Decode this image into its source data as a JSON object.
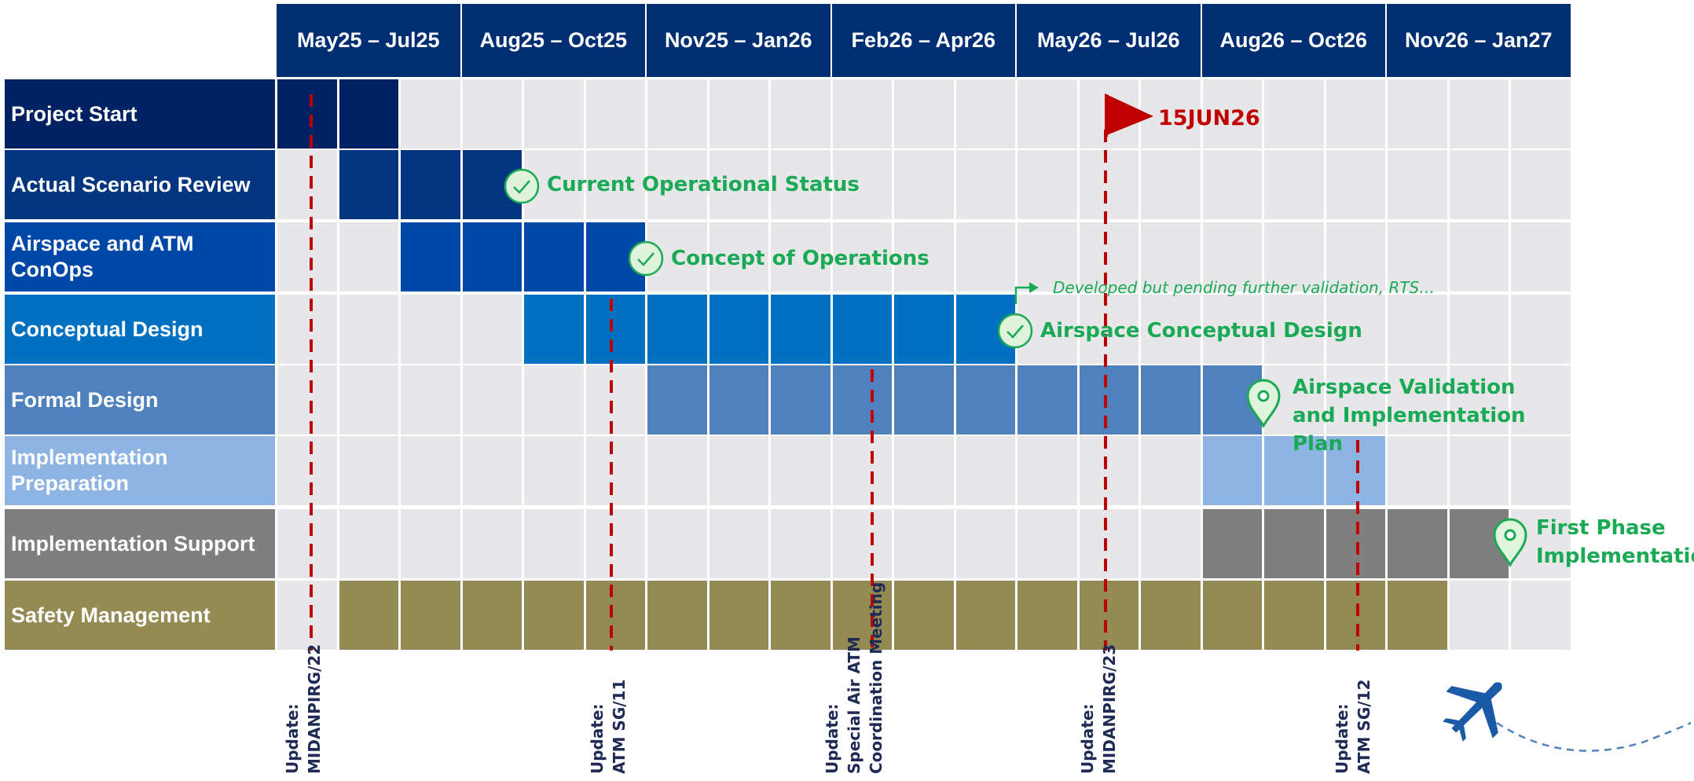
{
  "periods": [
    "May25 – Jul25",
    "Aug25 – Oct25",
    "Nov25 – Jan26",
    "Feb26 – Apr26",
    "May26 – Jul26",
    "Aug26 – Oct26",
    "Nov26 – Jan27"
  ],
  "rows": [
    {
      "label": "Project Start",
      "color": "#012262",
      "start": 0,
      "end": 1
    },
    {
      "label": "Actual Scenario Review",
      "color": "#01357f",
      "start": 1,
      "end": 3
    },
    {
      "label": "Airspace and ATM ConOps",
      "color": "#0047a8",
      "start": 2,
      "end": 5
    },
    {
      "label": "Conceptual Design",
      "color": "#0070c0",
      "start": 4,
      "end": 11
    },
    {
      "label": "Formal Design",
      "color": "#4f81bd",
      "start": 6,
      "end": 15
    },
    {
      "label": "Implementation Preparation",
      "color": "#8eb4e3",
      "start": 15,
      "end": 17
    },
    {
      "label": "Implementation Support",
      "color": "#7f7f7f",
      "start": 15,
      "end": 19
    },
    {
      "label": "Safety Management",
      "color": "#948a54",
      "start": 1,
      "end": 18
    }
  ],
  "milestones": [
    {
      "text": "Current Operational Status",
      "icon": "check-icon"
    },
    {
      "text": "Concept of Operations",
      "icon": "check-icon"
    },
    {
      "text": "Airspace Conceptual Design",
      "icon": "check-icon"
    },
    {
      "text": "Airspace Validation and Implementation Plan",
      "icon": "pin-icon"
    },
    {
      "text": "First Phase Implementation",
      "icon": "pin-icon"
    }
  ],
  "note": "Developed but pending further validation, RTS…",
  "flag": {
    "text": "15JUN26",
    "icon": "flag-icon",
    "color": "#c00000"
  },
  "updates": [
    {
      "lines": [
        "Update:",
        "MIDANPIRG/22"
      ]
    },
    {
      "lines": [
        "Update:",
        "ATM SG/11"
      ]
    },
    {
      "lines": [
        "Update:",
        "Special Air ATM",
        "Coordination Meeting"
      ]
    },
    {
      "lines": [
        "Update:",
        "MIDANPIRG/23"
      ]
    },
    {
      "lines": [
        "Update:",
        "ATM SG/12"
      ]
    }
  ],
  "decor": {
    "icon": "airplane-icon"
  },
  "colors": {
    "header": "#002e73",
    "grid": "#e7e7ea",
    "dash": "#c00000",
    "green": "#1aaa55"
  }
}
